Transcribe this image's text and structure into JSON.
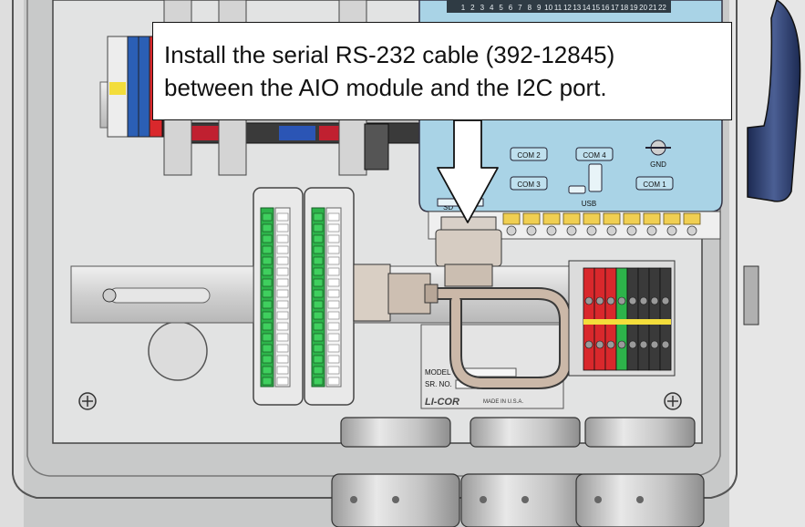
{
  "callout": {
    "line1": "Install the serial RS-232 cable (392-12845)",
    "line2": "between the AIO module and the I2C port."
  },
  "board": {
    "channel_numbers": [
      "1",
      "2",
      "3",
      "4",
      "5",
      "6",
      "7",
      "8",
      "9",
      "10",
      "11",
      "12",
      "13",
      "14",
      "15",
      "16",
      "17",
      "18",
      "19",
      "20",
      "21",
      "22"
    ],
    "port_com2": "COM 2",
    "port_com3": "COM 3",
    "port_com4": "COM 4",
    "port_com1": "COM 1",
    "port_usb": "USB",
    "port_gnd": "GND",
    "port_sd": "SD"
  },
  "label_plate": {
    "model": "MODEL",
    "serial": "SR. NO.",
    "brand": "LI-COR",
    "origin": "MADE IN U.S.A."
  },
  "colors": {
    "panel": "#e4e4e4",
    "enclosure": "#cfd0d0",
    "board": "#a9d3e6",
    "cable": "#c9b7a8",
    "terminal_red": "#d9282c",
    "terminal_green": "#2db34a",
    "handle": "#2a3a66"
  }
}
